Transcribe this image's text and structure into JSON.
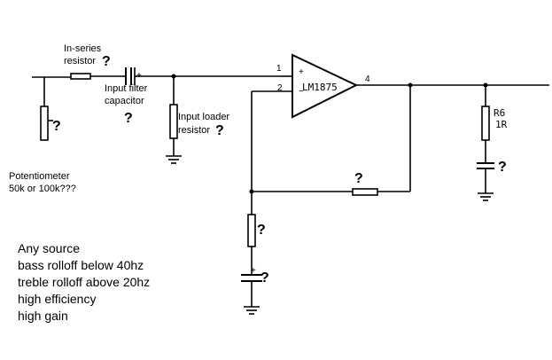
{
  "labels": {
    "in_series_resistor_1": "In-series",
    "in_series_resistor_2": "resistor",
    "input_filter_cap_1": "Input filter",
    "input_filter_cap_2": "capacitor",
    "input_loader_1": "Input loader",
    "input_loader_2": "resistor",
    "potentiometer_1": "Potentiometer",
    "potentiometer_2": "50k or 100k???",
    "chip": "LM1875",
    "pin1": "1",
    "pin2": "2",
    "pin4": "4",
    "plus": "+",
    "minus": "−",
    "r6_name": "R6",
    "r6_value": "1R",
    "question": "?"
  },
  "notes": [
    "Any source",
    "bass rolloff below 40hz",
    "treble rolloff above 20hz",
    "high efficiency",
    "high gain"
  ]
}
